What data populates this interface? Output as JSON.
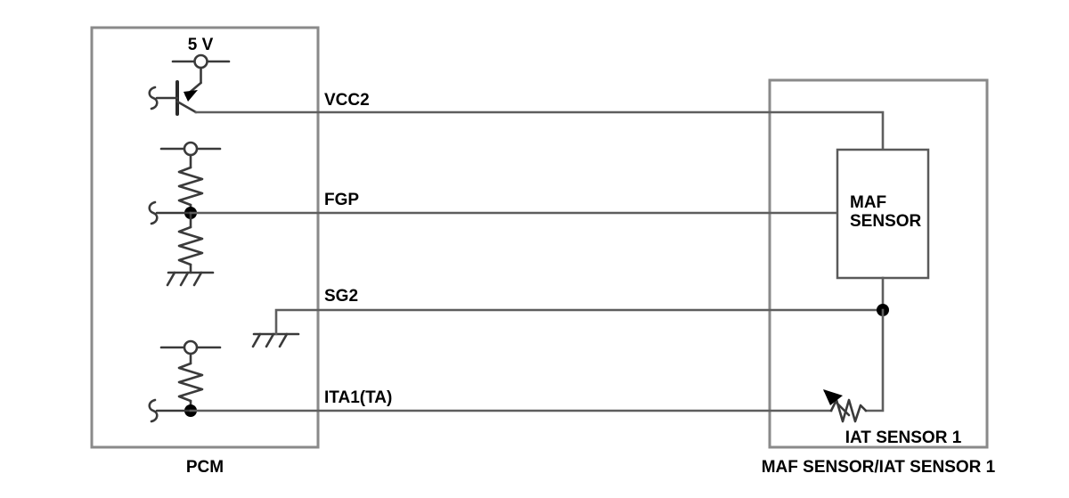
{
  "diagram": {
    "title": "MAF SENSOR/IAT SENSOR 1 circuit",
    "modules": {
      "pcm": {
        "caption": "PCM",
        "supply_label": "5 V"
      },
      "sensor_assembly": {
        "caption": "MAF SENSOR/IAT SENSOR 1",
        "maf_label_line1": "MAF",
        "maf_label_line2": "SENSOR",
        "iat_label": "IAT SENSOR 1"
      }
    },
    "wires": [
      {
        "id": "vcc2",
        "label": "VCC2"
      },
      {
        "id": "fgp",
        "label": "FGP"
      },
      {
        "id": "sg2",
        "label": "SG2"
      },
      {
        "id": "ita1",
        "label": "ITA1(TA)"
      }
    ],
    "colors": {
      "enclosure_stroke": "#8a8a8a",
      "wire_stroke": "#5e5e5e",
      "component_stroke": "#3a3a3a",
      "text": "#000000",
      "background": "#ffffff"
    }
  }
}
